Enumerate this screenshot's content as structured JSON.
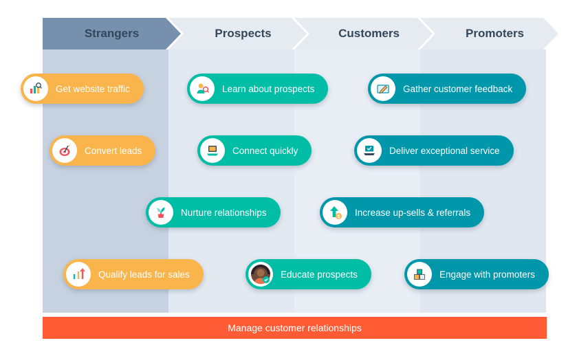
{
  "stages": [
    {
      "label": "Strangers"
    },
    {
      "label": "Prospects"
    },
    {
      "label": "Customers"
    },
    {
      "label": "Promoters"
    }
  ],
  "pills": [
    {
      "label": "Get website traffic",
      "icon": "website-traffic-chart-icon",
      "color": "#f9b44b"
    },
    {
      "label": "Learn about prospects",
      "icon": "person-magnifier-icon",
      "color": "#00bda5"
    },
    {
      "label": "Gather customer feedback",
      "icon": "feedback-pencil-icon",
      "color": "#0097ab"
    },
    {
      "label": "Convert leads",
      "icon": "target-icon",
      "color": "#f9b44b"
    },
    {
      "label": "Connect quickly",
      "icon": "laptop-icon",
      "color": "#00bda5"
    },
    {
      "label": "Deliver exceptional service",
      "icon": "service-laptop-icon",
      "color": "#0097ab"
    },
    {
      "label": "Nurture relationships",
      "icon": "potted-plant-icon",
      "color": "#00bda5"
    },
    {
      "label": "Increase up-sells & referrals",
      "icon": "upsell-dollar-icon",
      "color": "#0097ab"
    },
    {
      "label": "Qualify leads for sales",
      "icon": "qualify-leads-chart-icon",
      "color": "#f9b44b"
    },
    {
      "label": "Educate prospects",
      "icon": "person-avatar",
      "color": "#00bda5"
    },
    {
      "label": "Engage with promoters",
      "icon": "stacked-boxes-icon",
      "color": "#0097ab"
    }
  ],
  "footer": {
    "label": "Manage customer relationships"
  },
  "colors": {
    "stranger_stage_bg": "#7690ad",
    "stage_bg_light": "#e6ebf2",
    "stranger_column_bg": "#c7d2e0",
    "column_bg_light": "#e3e9f1",
    "pill_orange": "#f9b44b",
    "pill_green": "#00bda5",
    "pill_dark_teal": "#0097ab",
    "footer_bar": "#ff5c35",
    "heading_text": "#33475b"
  }
}
